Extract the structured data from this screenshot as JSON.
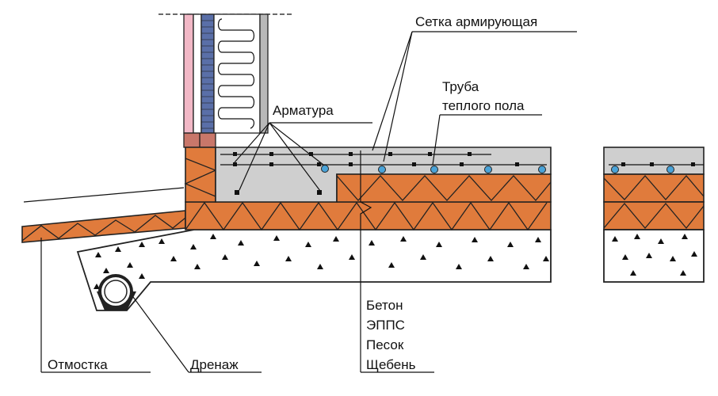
{
  "labels": {
    "mesh": "Сетка армирующая",
    "pipe_line1": "Труба",
    "pipe_line2": "теплого пола",
    "rebar": "Арматура",
    "blind_area": "Отмостка",
    "drainage": "Дренаж"
  },
  "layers": [
    "Бетон",
    "ЭППС",
    "Песок",
    "Щебень"
  ],
  "colors": {
    "brick": "#e07b3c",
    "concrete": "#cfcfcf",
    "pipe": "#4aa3d8",
    "wall_pink": "#f2b8c6",
    "wall_blue": "#5a6fa8",
    "wall_gray": "#b8b8b8"
  }
}
